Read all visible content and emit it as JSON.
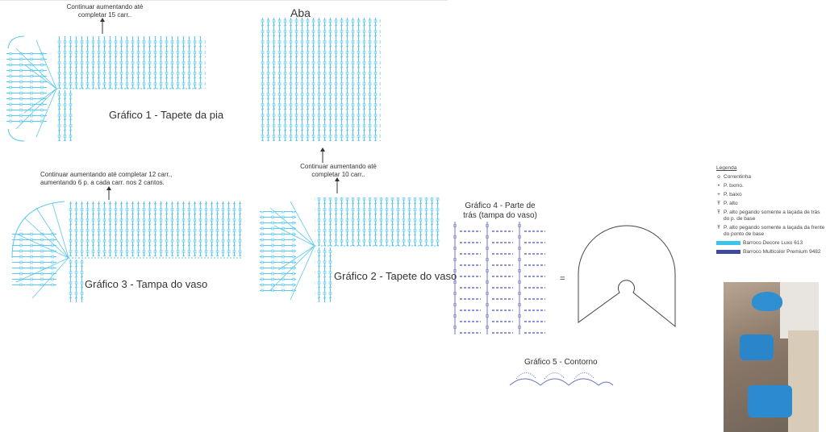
{
  "chart1": {
    "note": "Continuar aumentando até completar 15 carr..",
    "title": "Gráfico 1 - Tapete da pia"
  },
  "aba": {
    "title": "Aba"
  },
  "chart2": {
    "note": "Continuar aumentando até completar 10 carr..",
    "title": "Gráfico 2 - Tapete do vaso"
  },
  "chart3": {
    "note_line1": "Continuar aumentando até completar 12 carr.,",
    "note_line2": "aumentando 6 p. a cada carr. nos 2 cantos.",
    "title": "Gráfico 3 - Tampa do vaso"
  },
  "chart4": {
    "title": "Gráfico 4 - Parte de trás (tampa do vaso)",
    "equals": "="
  },
  "chart5": {
    "title": "Gráfico 5 - Contorno"
  },
  "legend": {
    "title": "Legenda",
    "items": [
      {
        "symbol": "o",
        "label": "Correntinha"
      },
      {
        "symbol": "•",
        "label": "P. bxmo."
      },
      {
        "symbol": "+",
        "label": "P. baixo"
      },
      {
        "symbol": "Ŧ",
        "label": "P. alto"
      },
      {
        "symbol": "Ŧ",
        "label": "P. alto pegando somente a laçada de trás do p. de base"
      },
      {
        "symbol": "Ŧ",
        "label": "P. alto pegando somente a laçada da frente do ponto de base"
      }
    ],
    "yarns": [
      {
        "label": "Barroco Decore Luxo 613",
        "color": "#3cc4ef"
      },
      {
        "label": "Barroco Multicolor Premium 9482",
        "color": "#3d4a9e"
      }
    ]
  },
  "colors": {
    "light_blue": "#5bc8ee",
    "dark_blue": "#5a63b8"
  }
}
